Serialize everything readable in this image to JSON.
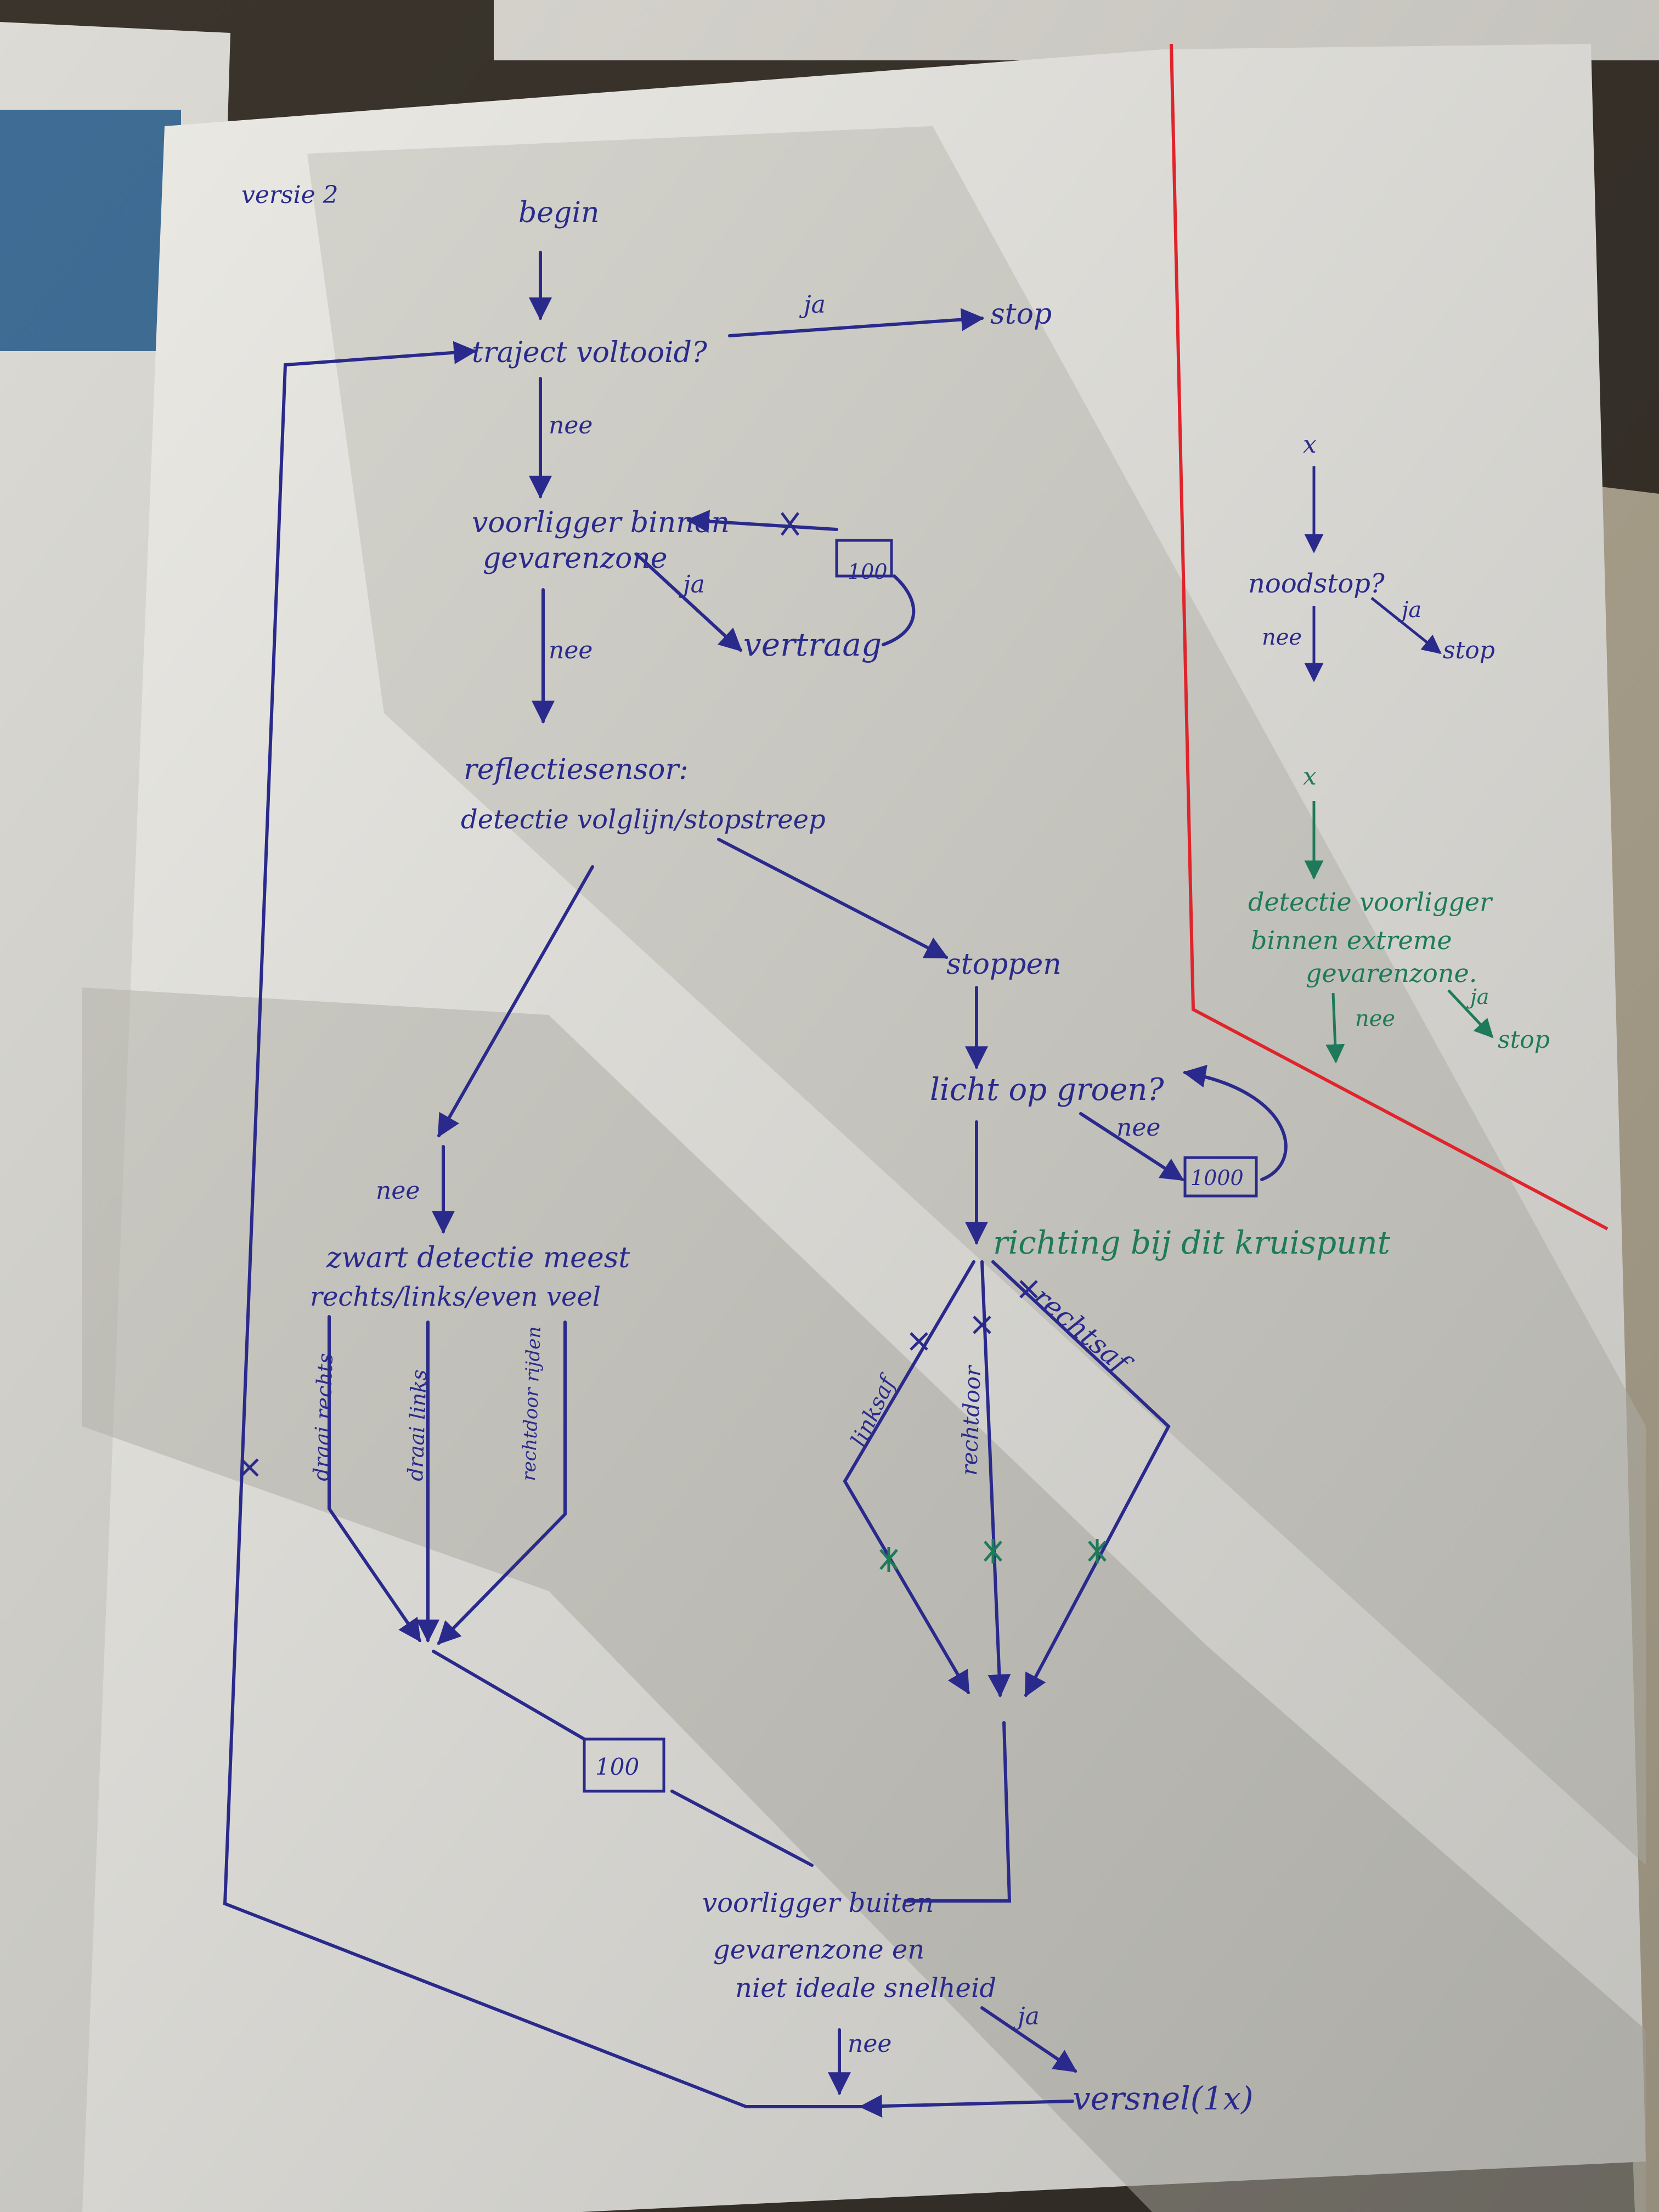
{
  "colors": {
    "ink_blue": "#2a2a8c",
    "ink_green": "#1e7a5a",
    "ink_red": "#e0242c",
    "paper": "#ecebe6",
    "shadow": "#b9b7ae"
  },
  "diagram": {
    "version_label": "versie 2",
    "nodes": {
      "begin": "begin",
      "trajectory_done": "traject voltooid?",
      "stop_1": "stop",
      "lead_in_zone_l1": "voorligger binnen",
      "lead_in_zone_l2": "gevarenzone",
      "slow_down": "vertraag",
      "reflection_l1": "reflectiesensor:",
      "reflection_l2": "detectie volglijn/stopstreep",
      "stopping": "stoppen",
      "light_green": "licht op groen?",
      "black_l1": "zwart detectie meest",
      "black_l2": "rechts/links/even veel",
      "lead_out_zone_l1": "voorligger buiten",
      "lead_out_zone_l2": "gevarenzone en",
      "lead_out_zone_l3": "niet ideale snelheid",
      "accelerate": "versnel(1x)"
    },
    "boxes": {
      "box_a": "100",
      "box_b": "1000",
      "box_c": "100"
    },
    "edge_labels": {
      "yes_1": "ja",
      "no_1": "nee",
      "yes_2": "ja",
      "no_2": "nee",
      "no_3": "nee",
      "no_4": "nee",
      "no_5": "nee",
      "yes_5": "ja",
      "turn_right": "draai rechts",
      "turn_left": "draai links",
      "straight_ahead": "rechtdoor rijden",
      "left": "linksaf",
      "straight": "rechtdoor",
      "right": "rechtsaf",
      "cross_mark": "x"
    },
    "green_note": "richting bij dit kruispunt",
    "side_panel": {
      "cross_top": "x",
      "emergency": "noodstop?",
      "no": "nee",
      "yes": "ja",
      "stop": "stop",
      "cross_green": "x",
      "detect_l1": "detectie voorligger",
      "detect_l2": "binnen extreme",
      "detect_l3": "gevarenzone.",
      "no_g": "nee",
      "yes_g": "ja",
      "stop_g": "stop"
    }
  }
}
